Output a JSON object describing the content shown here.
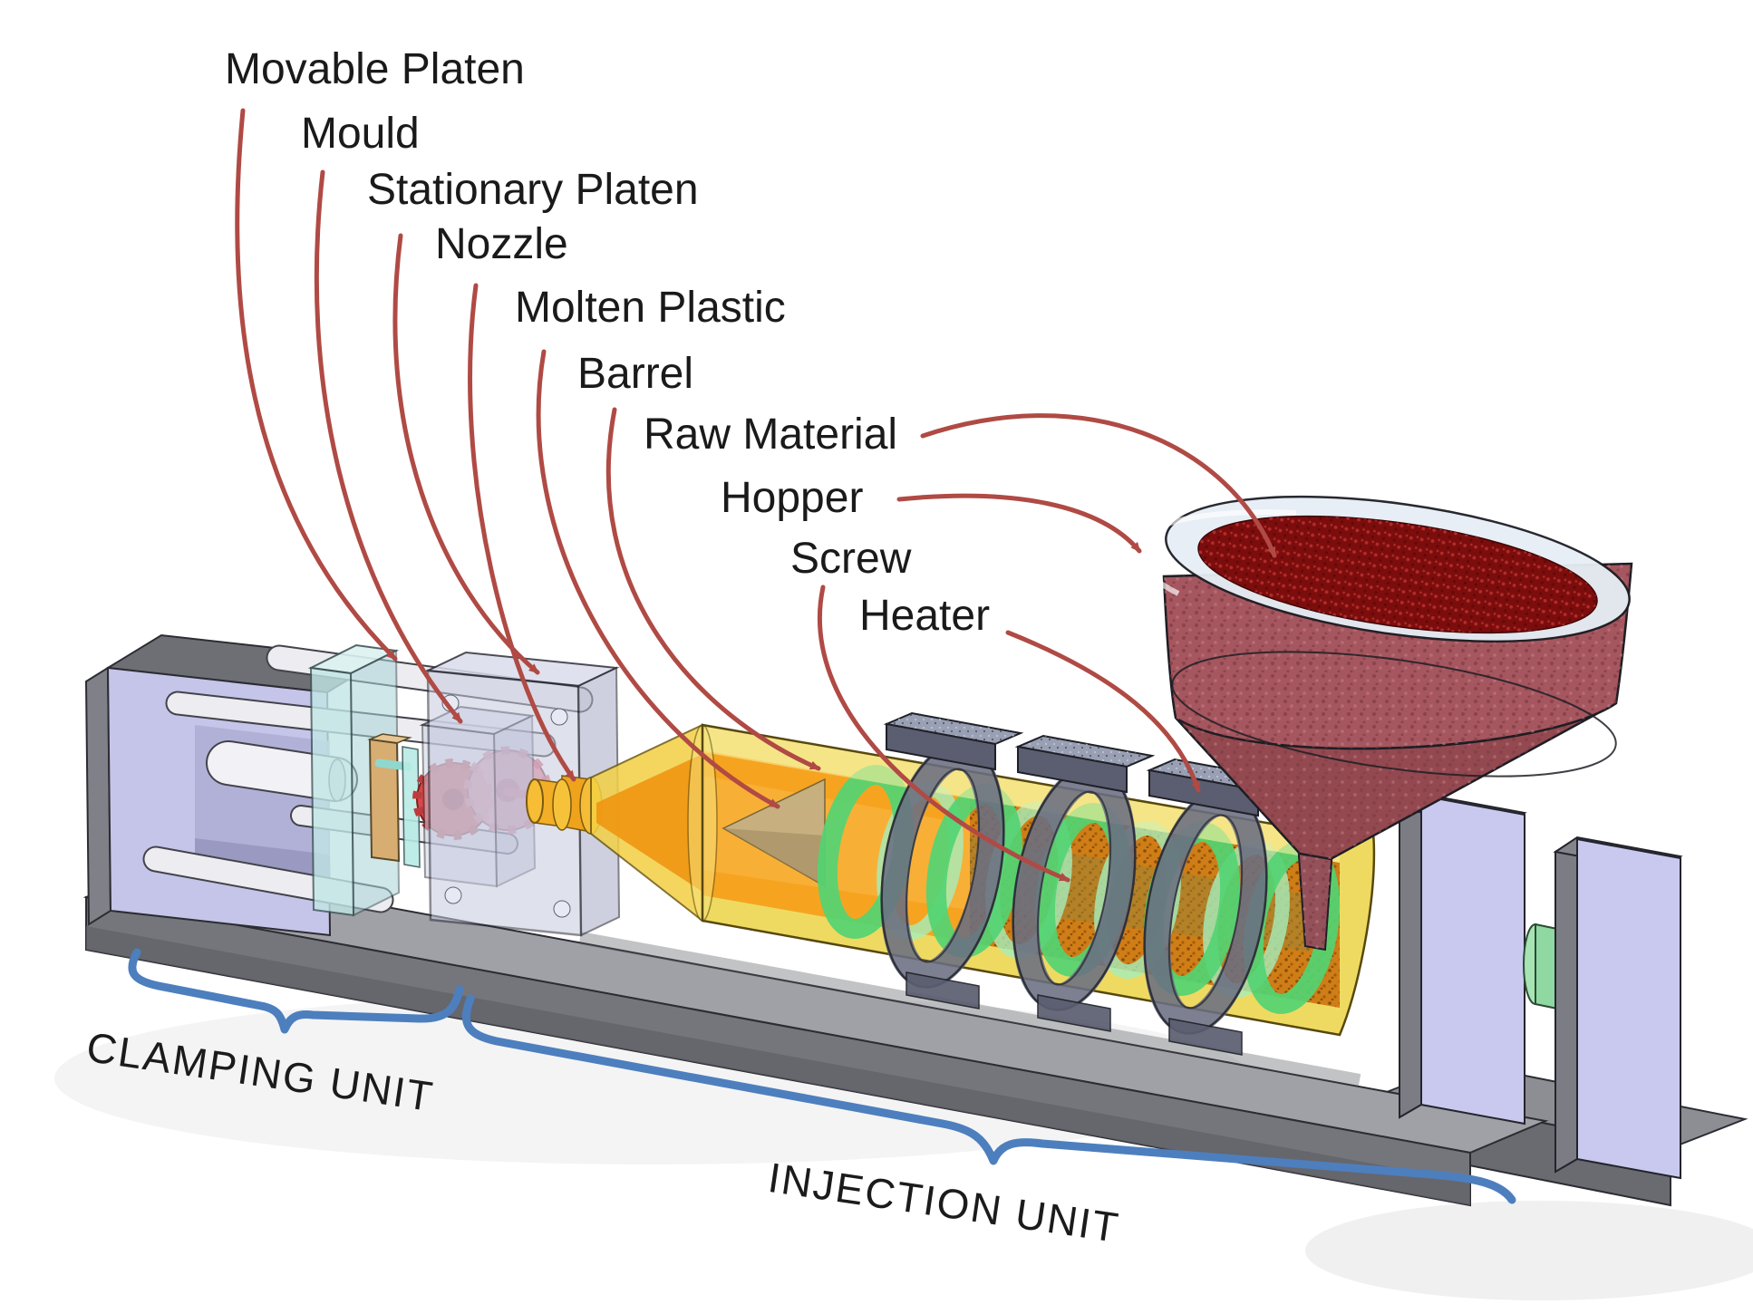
{
  "diagram": {
    "description": "3D cutaway diagram of a plastic injection moulding machine with labelled parts",
    "part_labels": [
      {
        "id": "movable-platen",
        "text": "Movable Platen"
      },
      {
        "id": "mould",
        "text": "Mould"
      },
      {
        "id": "stationary-platen",
        "text": "Stationary Platen"
      },
      {
        "id": "nozzle",
        "text": "Nozzle"
      },
      {
        "id": "molten-plastic",
        "text": "Molten Plastic"
      },
      {
        "id": "barrel",
        "text": "Barrel"
      },
      {
        "id": "raw-material",
        "text": "Raw Material"
      },
      {
        "id": "hopper",
        "text": "Hopper"
      },
      {
        "id": "screw",
        "text": "Screw"
      },
      {
        "id": "heater",
        "text": "Heater"
      }
    ],
    "unit_labels": [
      {
        "id": "clamping-unit",
        "text": "CLAMPING UNIT"
      },
      {
        "id": "injection-unit",
        "text": "INJECTION UNIT"
      }
    ],
    "colors": {
      "label_text": "#1a1a1a",
      "leader_arrow_red": "#b04a44",
      "brace_blue": "#4d7fbe",
      "bed_gray": "#75767c",
      "end_plate_lavender": "#c5c5ea",
      "movable_platen_teal": "#c2e6e6",
      "stationary_platen_glass": "#c6c9de",
      "barrel_yellow": "#ecd23e",
      "molten_orange": "#f5a11c",
      "pellet_orange": "#cf7d16",
      "screw_green": "#52d473",
      "heater_band_gray": "#6a6e82",
      "hopper_material_red": "#a5565e",
      "mould_part_red": "#d84848"
    }
  }
}
